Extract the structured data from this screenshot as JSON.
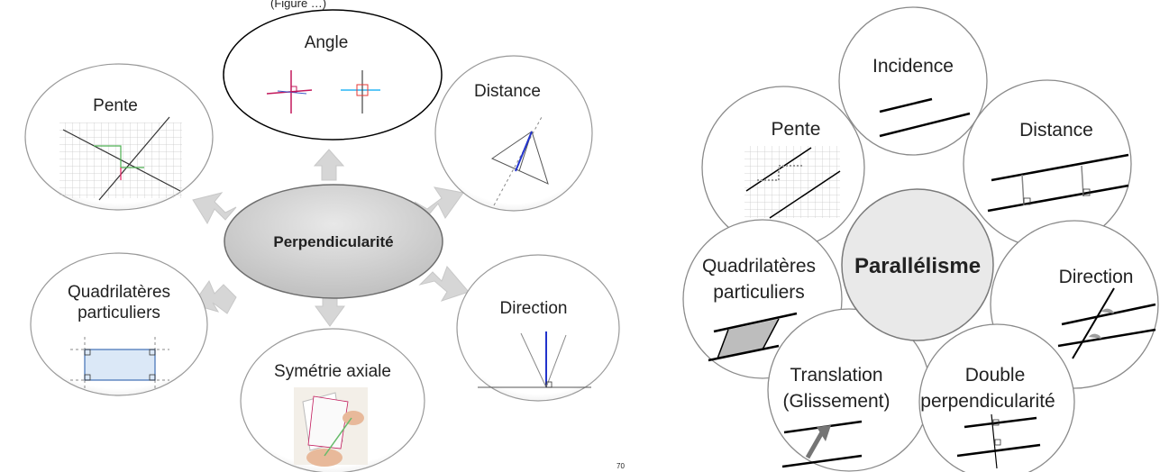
{
  "top_caption": "(Figure …)",
  "slide_number": "70",
  "perpendicularite_map": {
    "center": "Perpendicularité",
    "nodes": {
      "angle": "Angle",
      "pente": "Pente",
      "distance": "Distance",
      "quadrilateres": [
        "Quadrilatères",
        "particuliers"
      ],
      "direction": "Direction",
      "symetrie": "Symétrie axiale"
    }
  },
  "parallelisme_map": {
    "center": "Parallélisme",
    "petals": {
      "incidence": "Incidence",
      "pente": "Pente",
      "distance": "Distance",
      "quadrilateres": [
        "Quadrilatères",
        "particuliers"
      ],
      "direction": "Direction",
      "translation": [
        "Translation",
        "(Glissement)"
      ],
      "double_perp": [
        "Double",
        "perpendicularité"
      ]
    }
  }
}
